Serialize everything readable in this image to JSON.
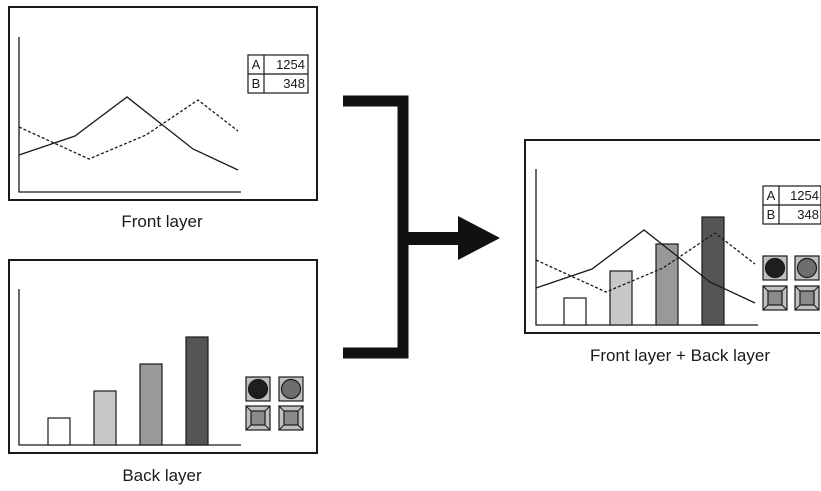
{
  "front_panel": {
    "caption": "Front layer",
    "table": [
      {
        "key": "A",
        "value": "1254"
      },
      {
        "key": "B",
        "value": "348"
      }
    ]
  },
  "back_panel": {
    "caption": "Back layer",
    "bars": [
      {
        "value": 1.0,
        "color": "#ffffff"
      },
      {
        "value": 2.0,
        "color": "#c8c8c8"
      },
      {
        "value": 3.0,
        "color": "#999999"
      },
      {
        "value": 4.0,
        "color": "#555555"
      }
    ],
    "lamps": [
      {
        "color": "#1e1e1e"
      },
      {
        "color": "#6e6e6e"
      }
    ],
    "switches": 2
  },
  "combined_panel": {
    "caption": "Front layer + Back layer",
    "table": [
      {
        "key": "A",
        "value": "1254"
      },
      {
        "key": "B",
        "value": "348"
      }
    ]
  },
  "colors": {
    "outline": "#1a1a1a",
    "arrow": "#111111",
    "button_face": "#8a8a8a",
    "button_bezel": "#c0c0c0"
  }
}
